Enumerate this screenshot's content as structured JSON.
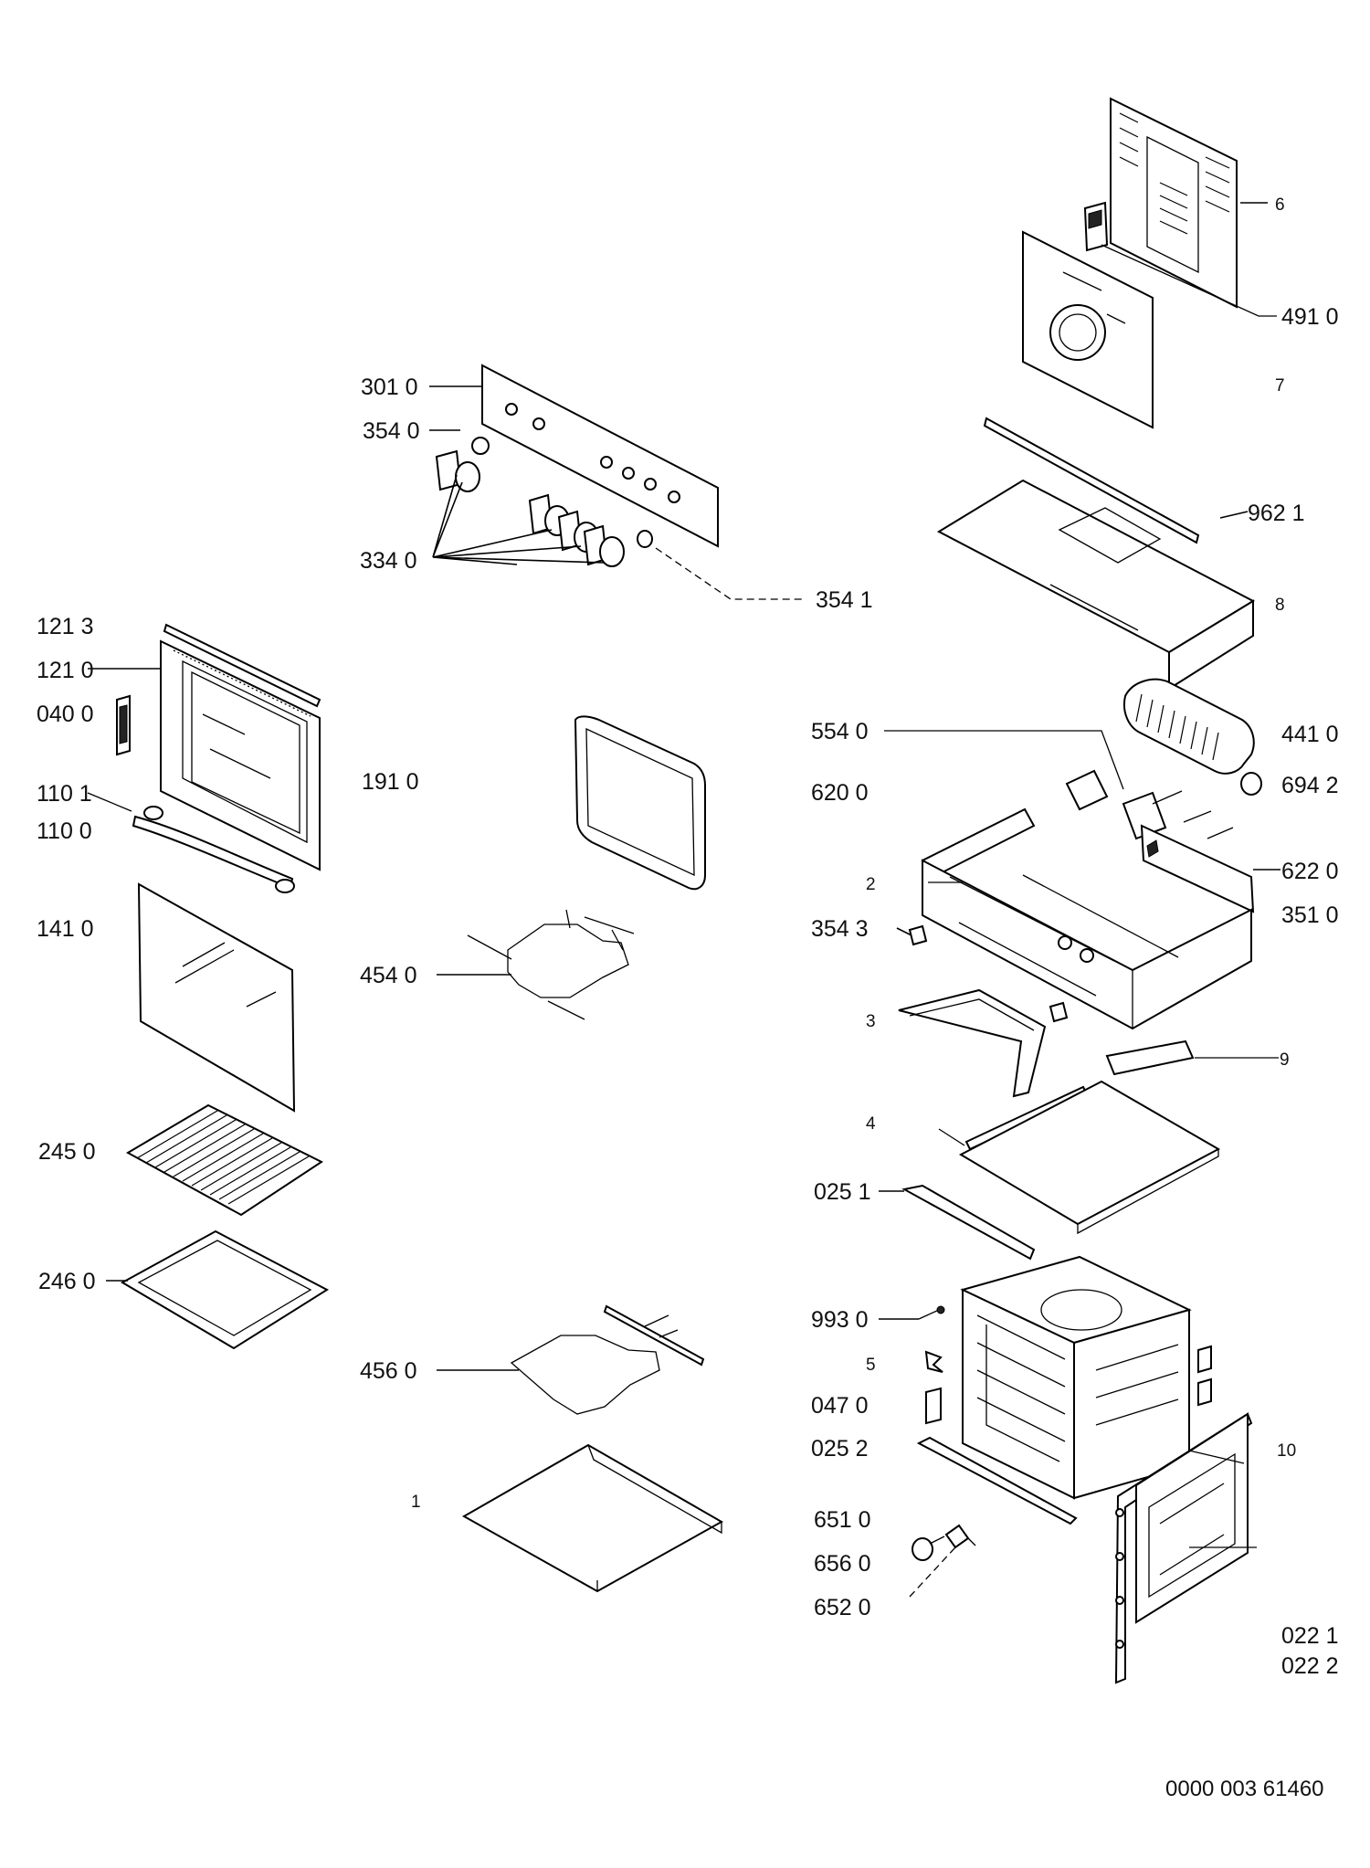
{
  "labels": {
    "p121_3": "121 3",
    "p121_0": "121 0",
    "p040_0": "040 0",
    "p110_1": "110 1",
    "p110_0": "110 0",
    "p141_0": "141 0",
    "p245_0": "245 0",
    "p246_0": "246 0",
    "p301_0": "301 0",
    "p354_0": "354 0",
    "p334_0": "334 0",
    "p354_1": "354 1",
    "p191_0": "191 0",
    "p454_0": "454 0",
    "p456_0": "456 0",
    "p1": "1",
    "p6": "6",
    "p491_0": "491 0",
    "p7": "7",
    "p962_1": "962 1",
    "p8": "8",
    "p441_0": "441 0",
    "p554_0": "554 0",
    "p694_2": "694 2",
    "p620_0": "620 0",
    "p622_0": "622 0",
    "p2": "2",
    "p351_0": "351 0",
    "p354_3": "354 3",
    "p3": "3",
    "p9": "9",
    "p4": "4",
    "p025_1": "025 1",
    "p993_0": "993 0",
    "p5": "5",
    "p047_0": "047 0",
    "p025_2": "025 2",
    "p10": "10",
    "p651_0": "651 0",
    "p656_0": "656 0",
    "p652_0": "652 0",
    "p022_1": "022 1",
    "p022_2": "022 2"
  },
  "footer": {
    "doc_number": "0000 003 61460"
  }
}
